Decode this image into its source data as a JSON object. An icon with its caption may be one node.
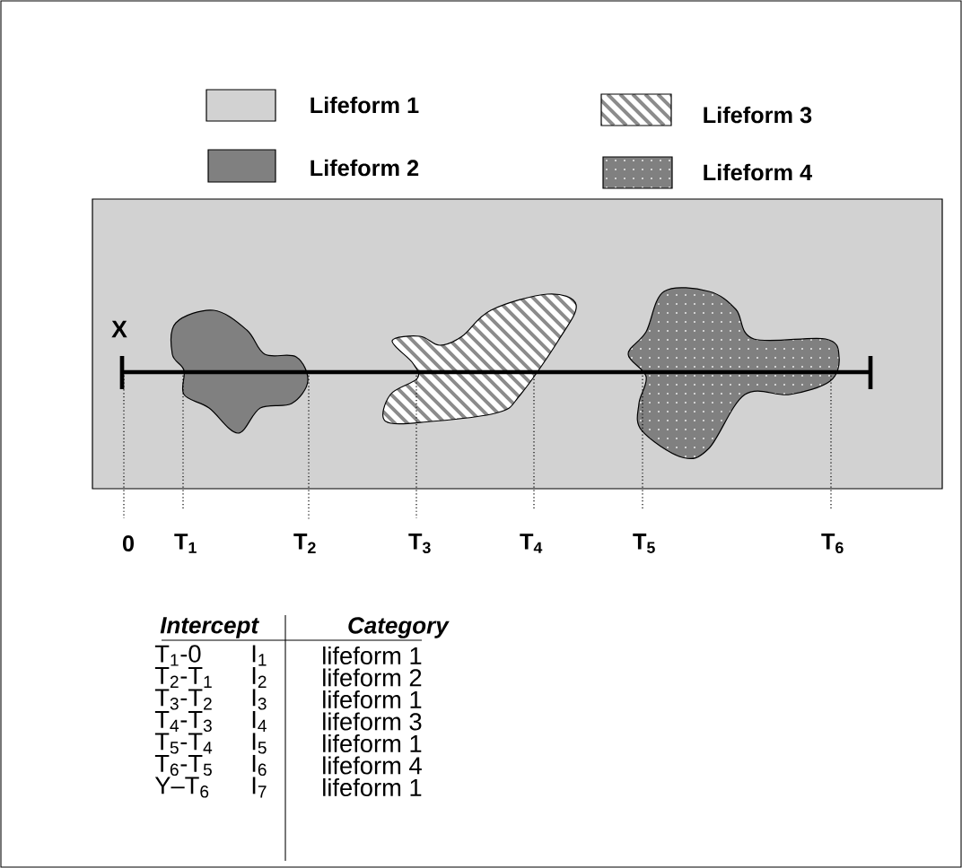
{
  "diagram": {
    "labels": [
      "X",
      "0",
      "T$_{1}$",
      "T$_{2}$",
      "T$_{3}$",
      "T$_{4}$",
      "T$_{5}$",
      "T$_{6}$",
      "Intercept",
      "Category",
      "T$_{1}$-0",
      "I$_{1}$",
      "lifeform 1",
      "T$_{2}$-T$_{1}$",
      "I$_{2}$",
      "lifeform 2",
      "T$_{3}$-T$_{2}$",
      "I$_{3}$",
      "lifeform 1",
      "T$_{4}$-T$_{3}$",
      "I$_{4}$",
      "lifeform 3",
      "T$_{5}$-T$_{4}$",
      "I$_{5}$",
      "lifeform 1",
      "T$_{6}$-T$_{5}$",
      "I$_{6}$",
      "lifeform 4",
      "Y–T$_{6}$",
      "I$_{7}$",
      "lifeform 1"
    ],
    "legend": [
      {
        "text": "Lifeform 1",
        "color": "#d2d2d2"
      },
      {
        "text": "Lifeform 2",
        "color": "#808080"
      },
      {
        "text": "Lifeform 3"
      },
      {
        "text": "Lifeform 4"
      }
    ]
  }
}
